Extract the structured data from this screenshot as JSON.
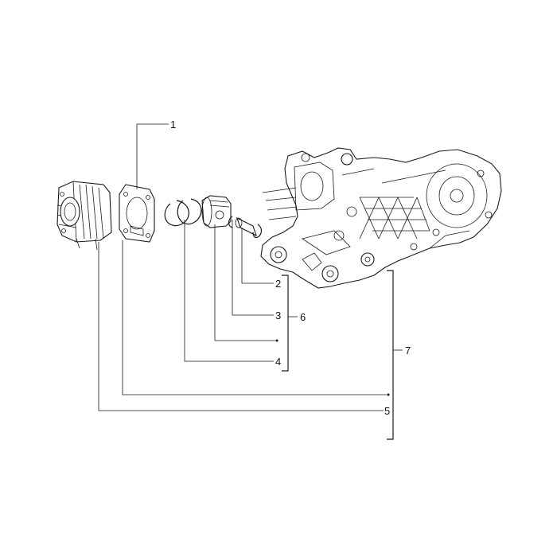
{
  "callouts": {
    "c1": "1",
    "c2": "2",
    "c3": "3",
    "c4": "4",
    "c5": "5",
    "c6": "6",
    "c7": "7"
  },
  "parts": {
    "cylinder": "cylinder-icon",
    "gasket": "gasket-icon",
    "piston_rings": "piston-ring-icon",
    "piston": "piston-icon",
    "piston_pin": "pin-icon",
    "circlip": "circlip-icon",
    "crankcase": "crankcase-icon"
  },
  "colors": {
    "line": "#1a1a1a",
    "background": "#ffffff"
  }
}
